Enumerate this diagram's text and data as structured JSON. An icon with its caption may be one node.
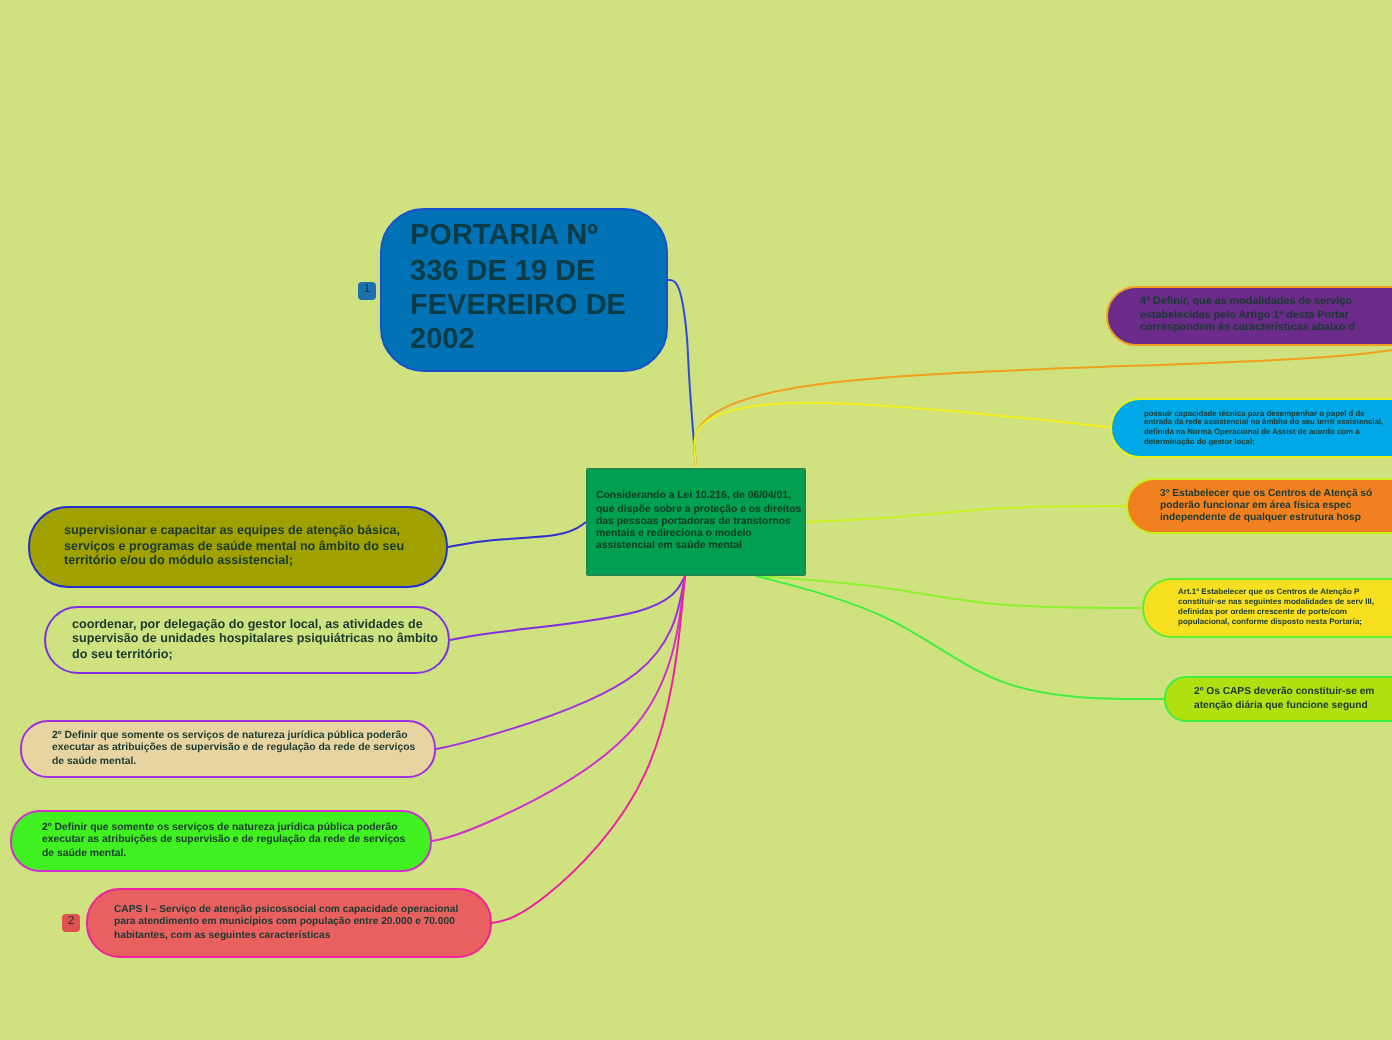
{
  "diagram": {
    "nodes": [
      {
        "text": [
          "PORTARIA Nº 336 DE 19 DE FEVEREIRO DE 2002"
        ],
        "beside": [
          "1"
        ]
      },
      {
        "text": [
          "Considerando a Lei 10.216, de 06/04/01, que dispõe sobre a proteção e os direitos das pessoas portadoras de transtornos mentais e redireciona o modelo assistencial em saúde mental"
        ]
      },
      {
        "text": [
          "4º Definir, que as modalidades de serviço estabelecidas pelo Artigo 1º desta Portar correspondem às características abaixo d"
        ]
      },
      {
        "text": [
          "possuir capacidade técnica para desempenhar o papel d de entrada da rede assistencial no âmbito do seu territ assistencial, definida na Norma Operacional de Assist de acordo com a determinação do gestor local;"
        ]
      },
      {
        "text": [
          "3º Estabelecer que os Centros de Atençã só poderão funcionar em área física espec independente de qualquer estrutura hosp"
        ]
      },
      {
        "text": [
          "Art.1º Estabelecer que os Centros de Atenção P constituir-se nas seguintes modalidades de serv III, definidas por ordem crescente de porte/com populacional, conforme disposto nesta Portaria;"
        ]
      },
      {
        "text": [
          "2º Os CAPS deverão constituir-se em atenção diária que funcione segund"
        ]
      },
      {
        "text": [
          "supervisionar e capacitar as equipes de atenção básica, serviços e programas de saúde mental no âmbito do seu território e/ou do módulo assistencial;"
        ]
      },
      {
        "text": [
          "coordenar, por delegação do gestor local, as atividades de supervisão de unidades hospitalares psiquiátricas no âmbito do seu território;"
        ]
      },
      {
        "text": [
          "2º Definir que somente os serviços de natureza jurídica pública poderão executar as atribuições de supervisão e de regulação da rede de serviços de saúde mental."
        ]
      },
      {
        "text": [
          "2º Definir que somente os serviços de natureza jurídica pública poderão executar as atribuições de supervisão e de regulação da rede de serviços de saúde mental."
        ]
      },
      {
        "text": [
          "CAPS I – Serviço de atenção psicossocial com capacidade operacional para atendimento em municípios com população entre 20.000 e 70.000 habitantes, com as seguintes características"
        ],
        "beside": [
          "2"
        ]
      }
    ],
    "edges": [
      {
        "from": 1,
        "to": 0,
        "arrow": "none",
        "color": "#2a4de0"
      },
      {
        "from": 1,
        "to": 2,
        "arrow": "none",
        "color": "#f0a020"
      },
      {
        "from": 1,
        "to": 3,
        "arrow": "none",
        "color": "#f0f020"
      },
      {
        "from": 1,
        "to": 4,
        "arrow": "none",
        "color": "#c8f020"
      },
      {
        "from": 1,
        "to": 5,
        "arrow": "none",
        "color": "#90f030"
      },
      {
        "from": 1,
        "to": 6,
        "arrow": "none",
        "color": "#40f040"
      },
      {
        "from": 1,
        "to": 7,
        "arrow": "none",
        "color": "#3030d0"
      },
      {
        "from": 1,
        "to": 8,
        "arrow": "none",
        "color": "#8030e0"
      },
      {
        "from": 1,
        "to": 9,
        "arrow": "none",
        "color": "#a030e0"
      },
      {
        "from": 1,
        "to": 10,
        "arrow": "none",
        "color": "#d030d0"
      },
      {
        "from": 1,
        "to": 11,
        "arrow": "none",
        "color": "#f020a0"
      }
    ]
  }
}
